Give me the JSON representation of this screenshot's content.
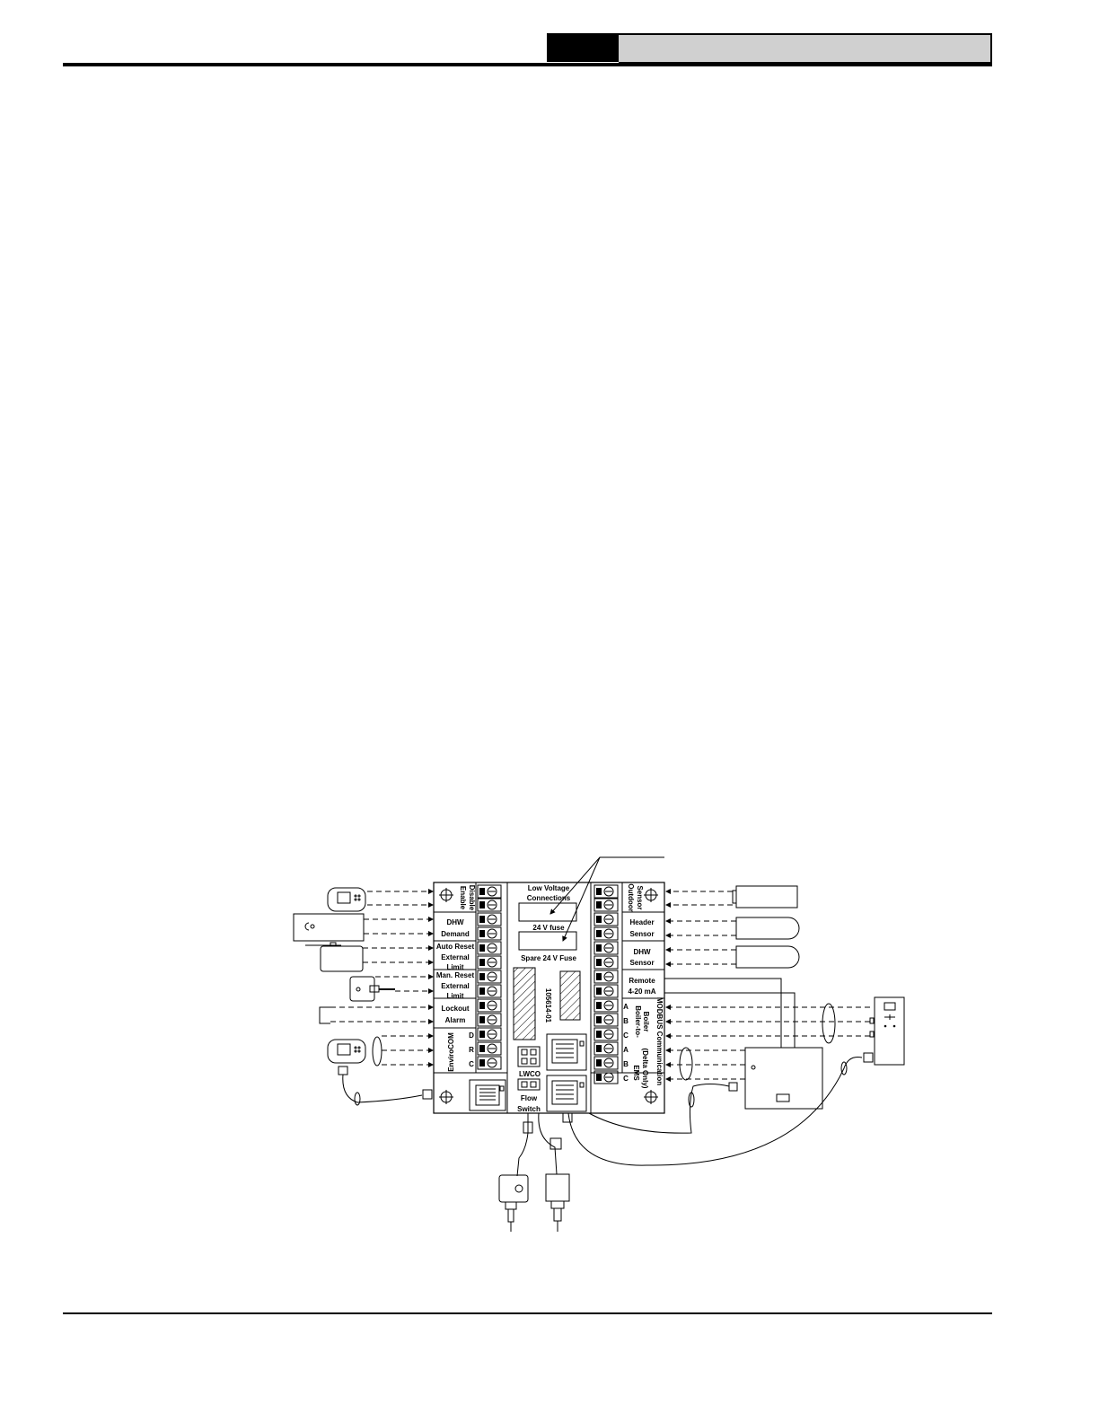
{
  "left_labels": {
    "enable": "Enable",
    "disable": "Disable",
    "dhw_demand_1": "DHW",
    "dhw_demand_2": "Demand",
    "auto_reset_1": "Auto Reset",
    "auto_reset_2": "External",
    "auto_reset_3": "Limit",
    "man_reset_1": "Man. Reset",
    "man_reset_2": "External",
    "man_reset_3": "Limit",
    "lockout_1": "Lockout",
    "lockout_2": "Alarm",
    "envirocom": "EnviroCOM",
    "term_d": "D",
    "term_r": "R",
    "term_c": "C"
  },
  "center_labels": {
    "low_voltage_1": "Low Voltage",
    "low_voltage_2": "Connections",
    "fuse": "24 V fuse",
    "spare_fuse": "Spare 24 V Fuse",
    "part_number": "105614-01",
    "lwco": "LWCO",
    "flow_1": "Flow",
    "flow_2": "Switch"
  },
  "right_labels": {
    "outdoor_1": "Outdoor",
    "outdoor_2": "Sensor",
    "header_1": "Header",
    "header_2": "Sensor",
    "dhw_1": "DHW",
    "dhw_2": "Sensor",
    "remote_1": "Remote",
    "remote_2": "4-20 mA",
    "term_a1": "A",
    "term_b1": "B",
    "term_c1": "C",
    "term_a2": "A",
    "term_b2": "B",
    "term_c2": "C",
    "b2b_1": "Boiler-to-",
    "b2b_2": "Boiler",
    "ems_1": "EMS",
    "ems_2": "(Delta Only)",
    "modbus": "MODBUS Communication"
  }
}
